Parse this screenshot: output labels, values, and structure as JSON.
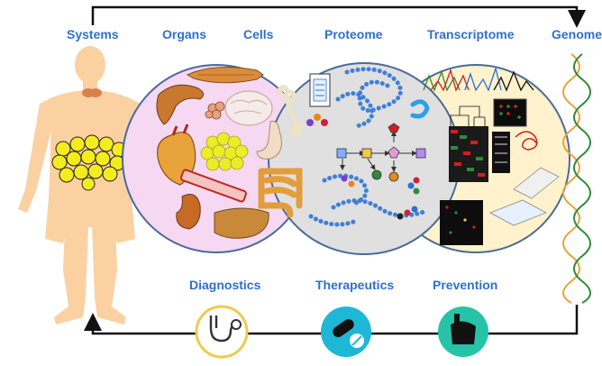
{
  "labels": {
    "systems": "Systems",
    "organs": "Organs",
    "cells": "Cells",
    "proteome": "Proteome",
    "transcriptome": "Transcriptome",
    "genome": "Genome",
    "diagnostics": "Diagnostics",
    "therapeutics": "Therapeutics",
    "prevention": "Prevention"
  },
  "colors": {
    "label_blue": "#2f6fd1",
    "skin": "#fbd1a2",
    "organs_circle": "#f6d8f2",
    "proteome_circle": "#e0e0e0",
    "transcriptome_circle": "#fff2cc",
    "circle_stroke": "#4a6b9a",
    "diagnostics_ring": "#f2c94c",
    "therapeutics_fill": "#1fb7d6",
    "prevention_fill": "#27c3a6",
    "arrow": "#111111"
  },
  "icons": {
    "diagnostics": "stethoscope-icon",
    "therapeutics": "pill-capsule-icon",
    "prevention": "healthy-food-icon"
  }
}
